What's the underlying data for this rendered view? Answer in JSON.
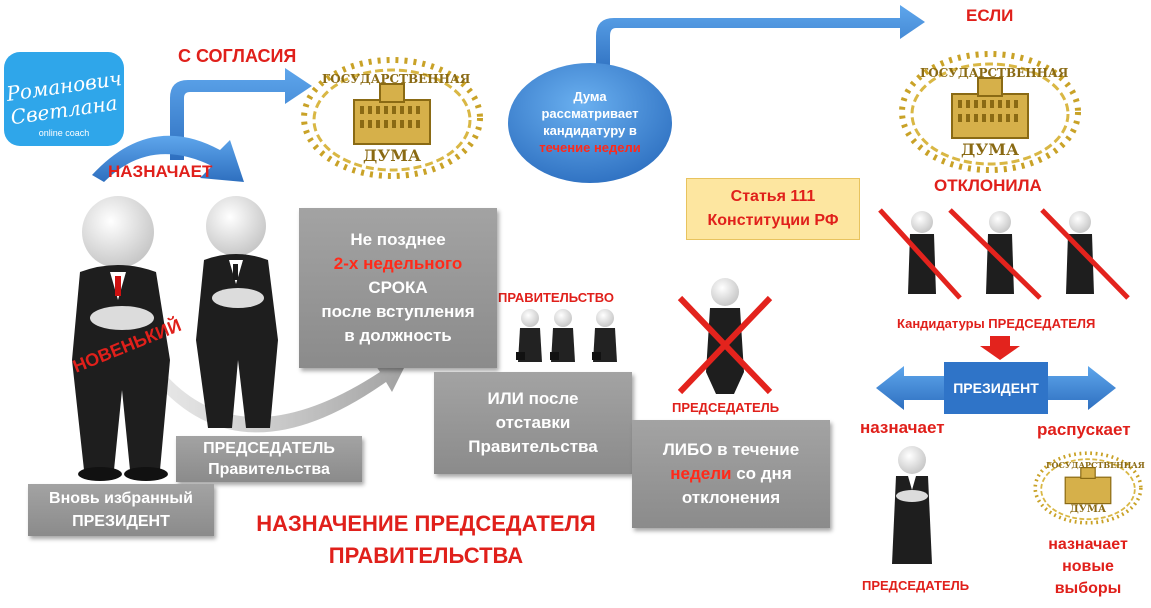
{
  "logo": {
    "line1": "Романович",
    "line2": "Светлана",
    "sub": "online coach"
  },
  "labels": {
    "with_consent": "С СОГЛАСИЯ",
    "appoints": "НАЗНАЧАЕТ",
    "newbie": "НОВЕНЬКИЙ",
    "government": "ПРАВИТЕЛЬСТВО",
    "chairman_mid": "ПРЕДСЕДАТЕЛЬ",
    "if": "ЕСЛИ",
    "rejected": "ОТКЛОНИЛА",
    "candidates": "Кандидатуры ПРЕДСЕДАТЕЛЯ",
    "appoints_lower": "назначает",
    "dissolves": "распускает",
    "chairman_bottom": "ПРЕДСЕДАТЕЛЬ",
    "new_elections_1": "назначает",
    "new_elections_2": "новые",
    "new_elections_3": "выборы"
  },
  "duma_emblem": {
    "top": "ГОСУДАРСТВЕННАЯ",
    "bottom": "ДУМА"
  },
  "duma_bubble": {
    "line1": "Дума",
    "line2": "рассматривает",
    "line3": "кандидатуру в",
    "line4": "течение недели"
  },
  "article": {
    "line1": "Статья 111",
    "line2": "Конституции РФ"
  },
  "president_arrow": "ПРЕЗИДЕНТ",
  "boxes": {
    "deadline": {
      "l1": "Не позднее",
      "l2": "2-х недельного",
      "l3": "СРОКА",
      "l4": "после вступления",
      "l5": "в должность"
    },
    "resign": {
      "l1": "ИЛИ после",
      "l2": "отставки",
      "l3": "Правительства"
    },
    "week": {
      "l1a": "ЛИБО в течение",
      "l2a": "недели",
      "l2b": " со дня",
      "l3": "отклонения"
    }
  },
  "captions": {
    "chairman_l1": "ПРЕДСЕДАТЕЛЬ",
    "chairman_l2": "Правительства",
    "president_l1": "Вновь избранный",
    "president_l2": "ПРЕЗИДЕНТ"
  },
  "main_title": {
    "line1": "НАЗНАЧЕНИЕ ПРЕДСЕДАТЕЛЯ",
    "line2": "ПРАВИТЕЛЬСТВА"
  },
  "colors": {
    "red": "#e0201b",
    "blue": "#3a86d8",
    "gray": "#9a9a9a",
    "gold": "#c9a227",
    "article_bg": "#fde6a0"
  }
}
